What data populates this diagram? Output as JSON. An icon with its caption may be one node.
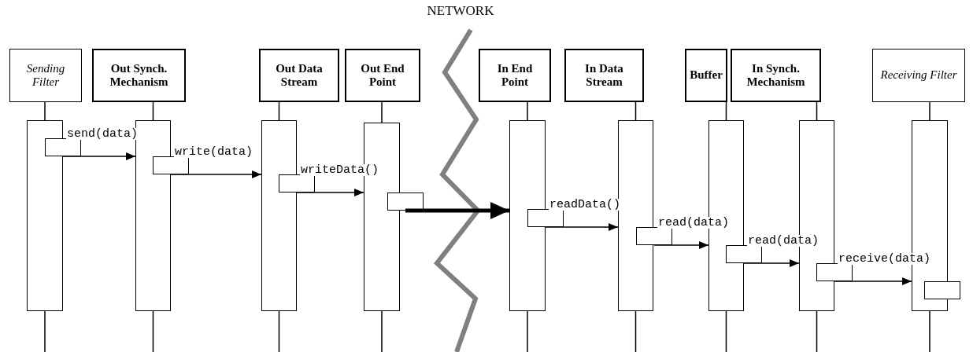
{
  "diagram": {
    "nodes": [
      {
        "text": [
          "Sending Filter"
        ]
      },
      {
        "text": [
          "Out Synch. Mechanism"
        ]
      },
      {
        "text": [
          "Out Data Stream"
        ]
      },
      {
        "text": [
          "Out End Point"
        ]
      },
      {
        "text": [
          "In End Point"
        ]
      },
      {
        "text": [
          "In Data Stream"
        ]
      },
      {
        "text": [
          "Buffer"
        ]
      },
      {
        "text": [
          "In Synch. Mechanism"
        ]
      },
      {
        "text": [
          "Receiving Filter"
        ]
      },
      {
        "text": [],
        "shape": "bar"
      },
      {
        "text": [],
        "shape": "bar"
      },
      {
        "text": [],
        "shape": "bar"
      },
      {
        "text": [],
        "shape": "bar"
      },
      {
        "text": [],
        "shape": "bar"
      },
      {
        "text": [],
        "shape": "bar"
      },
      {
        "text": [],
        "shape": "bar"
      },
      {
        "text": [],
        "shape": "bar"
      },
      {
        "text": [],
        "shape": "bar"
      },
      {
        "text": [],
        "shape": "box"
      },
      {
        "text": [],
        "shape": "box"
      },
      {
        "text": [],
        "shape": "box"
      },
      {
        "text": [],
        "shape": "box"
      },
      {
        "text": [],
        "shape": "box"
      },
      {
        "text": [],
        "shape": "box"
      },
      {
        "text": [],
        "shape": "box"
      },
      {
        "text": [],
        "shape": "box"
      },
      {
        "text": [],
        "shape": "box"
      }
    ],
    "edges": [
      {
        "from": 0,
        "to": 9,
        "arrow": "none"
      },
      {
        "from": 1,
        "to": 10,
        "arrow": "none"
      },
      {
        "from": 2,
        "to": 11,
        "arrow": "none"
      },
      {
        "from": 3,
        "to": 12,
        "arrow": "none"
      },
      {
        "from": 4,
        "to": 13,
        "arrow": "none"
      },
      {
        "from": 5,
        "to": 14,
        "arrow": "none"
      },
      {
        "from": 6,
        "to": 15,
        "arrow": "none"
      },
      {
        "from": 7,
        "to": 16,
        "arrow": "none"
      },
      {
        "from": 8,
        "to": 17,
        "arrow": "none"
      },
      {
        "from": 18,
        "to": 10,
        "arrow": "to",
        "label": "send(data)"
      },
      {
        "from": 19,
        "to": 11,
        "arrow": "to",
        "label": "write(data)"
      },
      {
        "from": 20,
        "to": 12,
        "arrow": "to",
        "label": "writeData()"
      },
      {
        "from": 21,
        "to": 13,
        "arrow": "to",
        "style": "thick"
      },
      {
        "from": 22,
        "to": 14,
        "arrow": "to",
        "label": "readData()"
      },
      {
        "from": 23,
        "to": 15,
        "arrow": "to",
        "label": "read(data)"
      },
      {
        "from": 24,
        "to": 16,
        "arrow": "to",
        "label": "read(data)"
      },
      {
        "from": 25,
        "to": 17,
        "arrow": "to",
        "label": "receive(data)"
      }
    ],
    "labels": [
      "NETWORK"
    ]
  }
}
